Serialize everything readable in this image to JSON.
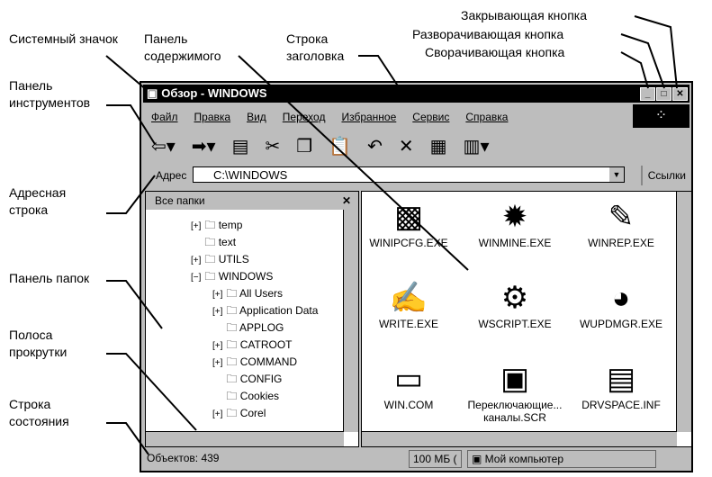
{
  "callouts": {
    "system_icon": "Системный значок",
    "toolbar": "Панель инструментов",
    "address_bar": "Адресная строка",
    "folders_panel": "Панель папок",
    "scrollbar": "Полоса прокрутки",
    "status_bar": "Строка состояния",
    "content_panel": "Панель содержимого",
    "title_bar": "Строка заголовка",
    "close_button": "Закрывающая кнопка",
    "maximize_button": "Разворачивающая кнопка",
    "minimize_button": "Сворачивающая кнопка"
  },
  "window": {
    "title": "Обзор - WINDOWS",
    "menu": [
      "Файл",
      "Правка",
      "Вид",
      "Переход",
      "Избранное",
      "Сервис",
      "Справка"
    ],
    "address_label": "Адрес",
    "address_value": "C:\\WINDOWS",
    "links_label": "Ссылки",
    "folders_header": "Все папки",
    "tree": [
      {
        "name": "temp",
        "level": 0,
        "exp": "+"
      },
      {
        "name": "text",
        "level": 0,
        "exp": ""
      },
      {
        "name": "UTILS",
        "level": 0,
        "exp": "+"
      },
      {
        "name": "WINDOWS",
        "level": 0,
        "exp": "−"
      },
      {
        "name": "All Users",
        "level": 1,
        "exp": "+"
      },
      {
        "name": "Application Data",
        "level": 1,
        "exp": "+"
      },
      {
        "name": "APPLOG",
        "level": 1,
        "exp": ""
      },
      {
        "name": "CATROOT",
        "level": 1,
        "exp": "+"
      },
      {
        "name": "COMMAND",
        "level": 1,
        "exp": "+"
      },
      {
        "name": "CONFIG",
        "level": 1,
        "exp": ""
      },
      {
        "name": "Cookies",
        "level": 1,
        "exp": ""
      },
      {
        "name": "Corel",
        "level": 1,
        "exp": "+"
      }
    ],
    "files": [
      "WINIPCFG.EXE",
      "WINMINE.EXE",
      "WINREP.EXE",
      "WRITE.EXE",
      "WSCRIPT.EXE",
      "WUPDMGR.EXE",
      "WIN.COM",
      "Переключающие... каналы.SCR",
      "DRVSPACE.INF"
    ],
    "status_objects": "Объектов: 439",
    "status_size": "100 МБ (",
    "status_location": "Мой компьютер"
  }
}
